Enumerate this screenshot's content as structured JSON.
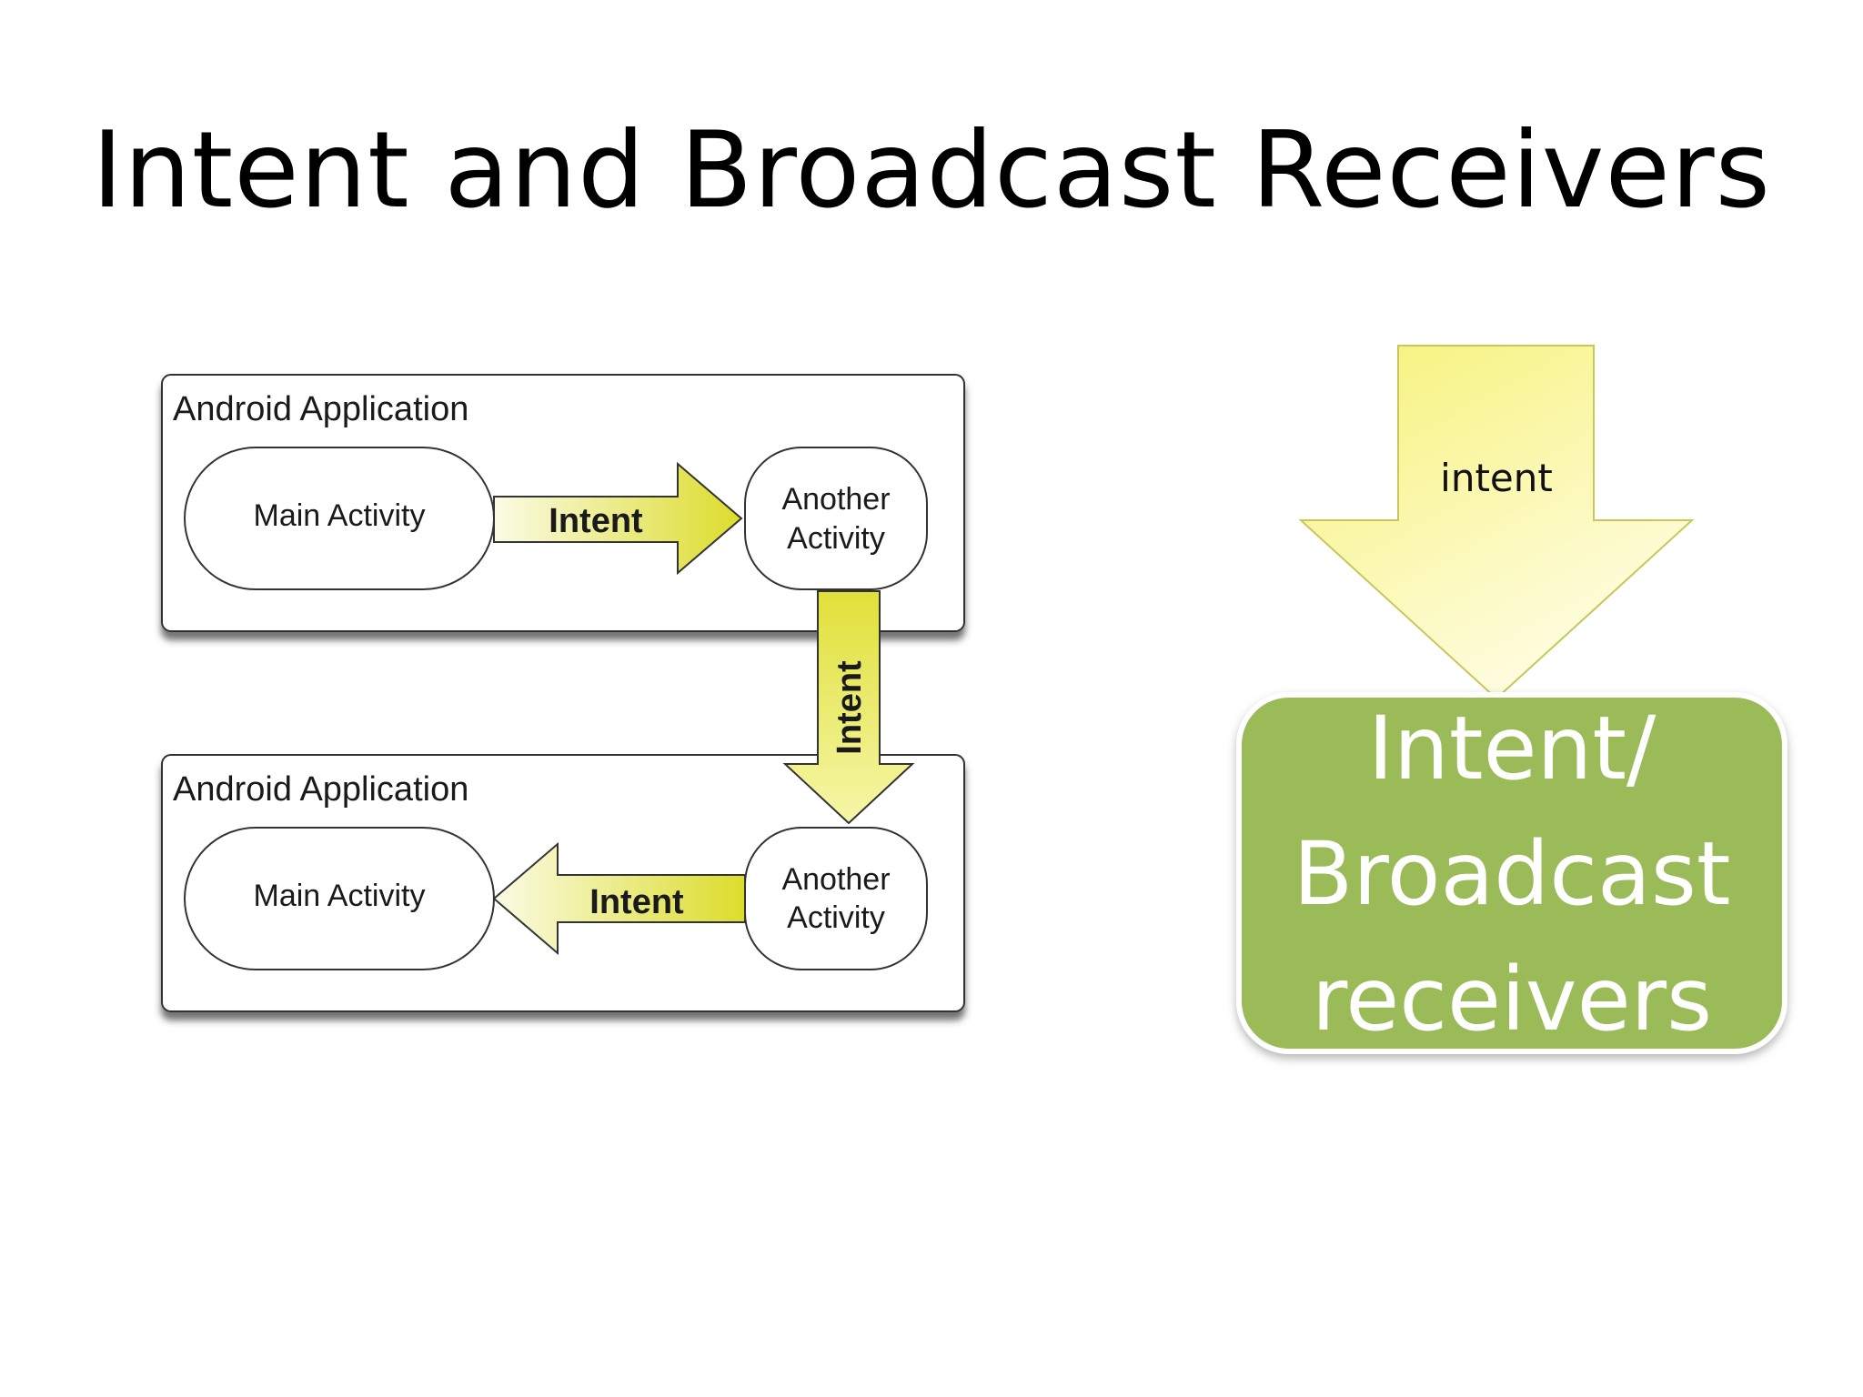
{
  "slide": {
    "title": "Intent and Broadcast Receivers"
  },
  "diagram": {
    "top_app": {
      "label": "Android Application",
      "main_activity": "Main Activity",
      "another_activity_line1": "Another",
      "another_activity_line2": "Activity",
      "arrow_label": "Intent"
    },
    "vertical_arrow_label": "Intent",
    "bottom_app": {
      "label": "Android Application",
      "main_activity": "Main Activity",
      "another_activity_line1": "Another",
      "another_activity_line2": "Activity",
      "arrow_label": "Intent"
    }
  },
  "receiver": {
    "arrow_label": "intent",
    "box_line1": "Intent/",
    "box_line2": "Broadcast",
    "box_line3": "receivers"
  },
  "colors": {
    "arrow_yellow_light": "#fdfdc8",
    "arrow_yellow": "#f4f07a",
    "diagram_yellow_light": "#fbfbe0",
    "diagram_yellow": "#dede33",
    "receiver_green": "#9bbb59",
    "frame_shadow": "#555555"
  }
}
